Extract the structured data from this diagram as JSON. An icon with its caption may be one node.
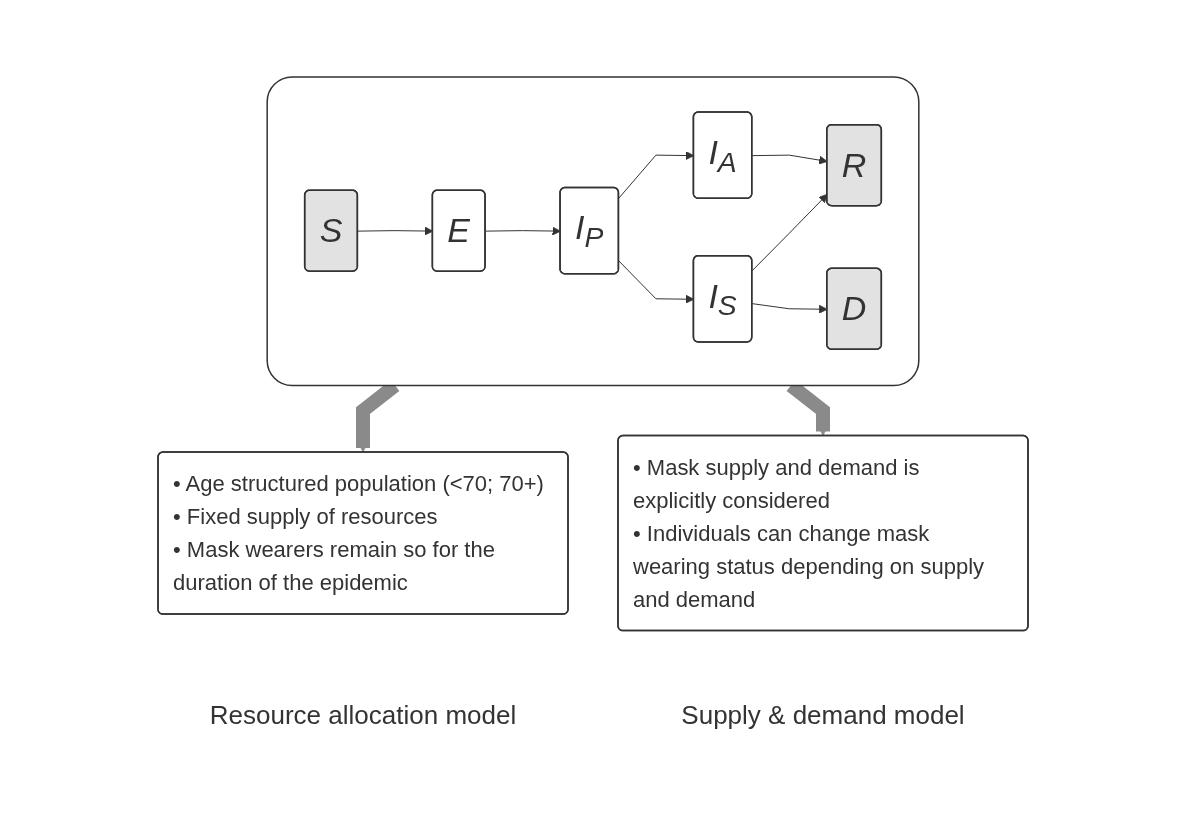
{
  "diagram": {
    "nodes": [
      {
        "text": [],
        "shape": "box"
      },
      {
        "text": [
          "S"
        ],
        "in": 0
      },
      {
        "text": [
          "E"
        ],
        "in": 0
      },
      {
        "text": [
          "I$_{P}$"
        ],
        "in": 0
      },
      {
        "text": [
          "I$_{A}$"
        ],
        "in": 0
      },
      {
        "text": [
          "I$_{S}$"
        ],
        "in": 0
      },
      {
        "text": [
          "R"
        ],
        "in": 0
      },
      {
        "text": [
          "D"
        ],
        "in": 0
      },
      {
        "text": [
          "• Age structured population (<70; 70+)",
          "• Fixed supply of resources",
          "• Mask wearers remain so for the duration of the epidemic"
        ],
        "beside": [
          "Resource allocation model"
        ]
      },
      {
        "text": [
          "• Mask supply and demand is explicitly considered",
          "• Individuals can change mask wearing status depending on supply and demand"
        ],
        "beside": [
          "Supply & demand model"
        ]
      }
    ],
    "edges": [
      {
        "from": 1,
        "to": 2,
        "arrow": "to"
      },
      {
        "from": 2,
        "to": 3,
        "arrow": "to"
      },
      {
        "from": 3,
        "to": 4,
        "arrow": "to"
      },
      {
        "from": 3,
        "to": 5,
        "arrow": "to"
      },
      {
        "from": 4,
        "to": 6,
        "arrow": "to"
      },
      {
        "from": 5,
        "to": 6,
        "arrow": "to"
      },
      {
        "from": 5,
        "to": 7,
        "arrow": "to"
      },
      {
        "from": 0,
        "to": 8,
        "arrow": "to",
        "style": "thick",
        "color": "#8a8a8a"
      },
      {
        "from": 0,
        "to": 9,
        "arrow": "to",
        "style": "thick",
        "color": "#8a8a8a"
      }
    ]
  }
}
